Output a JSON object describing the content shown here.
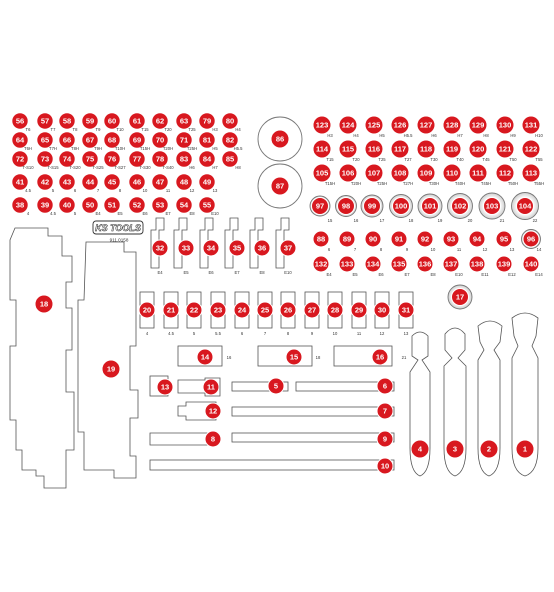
{
  "brand": {
    "logo_text": "KS TOOLS",
    "part_number": "911.0158"
  },
  "colors": {
    "badge_red": "#d8181f",
    "badge_text": "#ffffff",
    "outline": "#555555",
    "background": "#ffffff"
  },
  "bits_left_rows": [
    {
      "numbers": [
        "56",
        "57",
        "58",
        "59",
        "60",
        "61",
        "62",
        "63",
        "79",
        "80"
      ],
      "sizes": [
        "T6",
        "T7",
        "T8",
        "T9",
        "T10",
        "T15",
        "T20",
        "T25",
        "H3",
        "H4"
      ]
    },
    {
      "numbers": [
        "64",
        "65",
        "66",
        "67",
        "68",
        "69",
        "70",
        "71",
        "81",
        "82"
      ],
      "sizes": [
        "T6H",
        "T7H",
        "T8H",
        "T9H",
        "T10H",
        "T15H",
        "T20H",
        "T25H",
        "H5",
        "H5.5"
      ]
    },
    {
      "numbers": [
        "72",
        "73",
        "74",
        "75",
        "76",
        "77",
        "78",
        "83",
        "84",
        "85"
      ],
      "sizes": [
        "T-S10",
        "T-S15",
        "T-S20",
        "T-S25",
        "T-S27",
        "T-S30",
        "T-S40",
        "H6",
        "H7",
        "H8"
      ]
    },
    {
      "numbers": [
        "41",
        "42",
        "43",
        "44",
        "45",
        "46",
        "47",
        "48",
        "49"
      ],
      "sizes": [
        "4.5",
        "5",
        "6",
        "7",
        "8",
        "10",
        "11",
        "12",
        "13"
      ]
    },
    {
      "numbers": [
        "38",
        "39",
        "40",
        "50",
        "51",
        "52",
        "53",
        "54",
        "55"
      ],
      "sizes": [
        "4",
        "4.5",
        "5",
        "E4",
        "E5",
        "E6",
        "E7",
        "E8",
        "E10"
      ]
    }
  ],
  "large_sockets": [
    {
      "number": "86"
    },
    {
      "number": "87"
    }
  ],
  "bits_right_rows": [
    {
      "numbers": [
        "123",
        "124",
        "125",
        "126",
        "127",
        "128",
        "129",
        "130",
        "131"
      ],
      "sizes": [
        "H3",
        "H4",
        "H5",
        "H5.5",
        "H6",
        "H7",
        "H8",
        "H9",
        "H10"
      ]
    },
    {
      "numbers": [
        "114",
        "115",
        "116",
        "117",
        "118",
        "119",
        "120",
        "121",
        "122"
      ],
      "sizes": [
        "T15",
        "T20",
        "T25",
        "T27",
        "T30",
        "T40",
        "T45",
        "T50",
        "T55"
      ]
    },
    {
      "numbers": [
        "105",
        "106",
        "107",
        "108",
        "109",
        "110",
        "111",
        "112",
        "113"
      ],
      "sizes": [
        "T15H",
        "T20H",
        "T25H",
        "T27H",
        "T30H",
        "T40H",
        "T45H",
        "T50H",
        "T55H"
      ]
    }
  ],
  "sockets_ring_row": {
    "numbers": [
      "97",
      "98",
      "99",
      "100",
      "101",
      "102",
      "103",
      "104"
    ],
    "sizes": [
      "15",
      "16",
      "17",
      "18",
      "19",
      "20",
      "21",
      "22"
    ]
  },
  "sockets_small_row": {
    "numbers": [
      "88",
      "89",
      "90",
      "91",
      "92",
      "93",
      "94",
      "95",
      "96"
    ],
    "sizes": [
      "6",
      "7",
      "8",
      "9",
      "10",
      "11",
      "12",
      "13",
      "14"
    ]
  },
  "sockets_e_row": {
    "numbers": [
      "132",
      "133",
      "134",
      "135",
      "136",
      "137",
      "138",
      "139",
      "140"
    ],
    "sizes": [
      "E4",
      "E5",
      "E6",
      "E7",
      "E8",
      "E10",
      "E11",
      "E12",
      "E14"
    ]
  },
  "socket_17": {
    "number": "17"
  },
  "e_sockets_row": {
    "numbers": [
      "32",
      "33",
      "34",
      "35",
      "36",
      "37"
    ],
    "sizes": [
      "E4",
      "E5",
      "E6",
      "E7",
      "E8",
      "E10"
    ]
  },
  "sockets_row": {
    "numbers": [
      "20",
      "21",
      "22",
      "23",
      "24",
      "25",
      "26",
      "27",
      "28",
      "29",
      "30",
      "31"
    ],
    "sizes": [
      "4",
      "4.5",
      "5",
      "5.5",
      "6",
      "7",
      "8",
      "9",
      "10",
      "11",
      "12",
      "13"
    ]
  },
  "large_items": [
    {
      "number": "18",
      "kind": "ratchet"
    },
    {
      "number": "19",
      "kind": "handle"
    },
    {
      "number": "14",
      "size": "16"
    },
    {
      "number": "15",
      "size": "18"
    },
    {
      "number": "16",
      "size": "21"
    },
    {
      "number": "13"
    },
    {
      "number": "11"
    },
    {
      "number": "12"
    },
    {
      "number": "5"
    },
    {
      "number": "6"
    },
    {
      "number": "7"
    },
    {
      "number": "8"
    },
    {
      "number": "9"
    },
    {
      "number": "10"
    }
  ],
  "screwdrivers": [
    {
      "number": "4"
    },
    {
      "number": "3"
    },
    {
      "number": "2"
    },
    {
      "number": "1"
    }
  ]
}
